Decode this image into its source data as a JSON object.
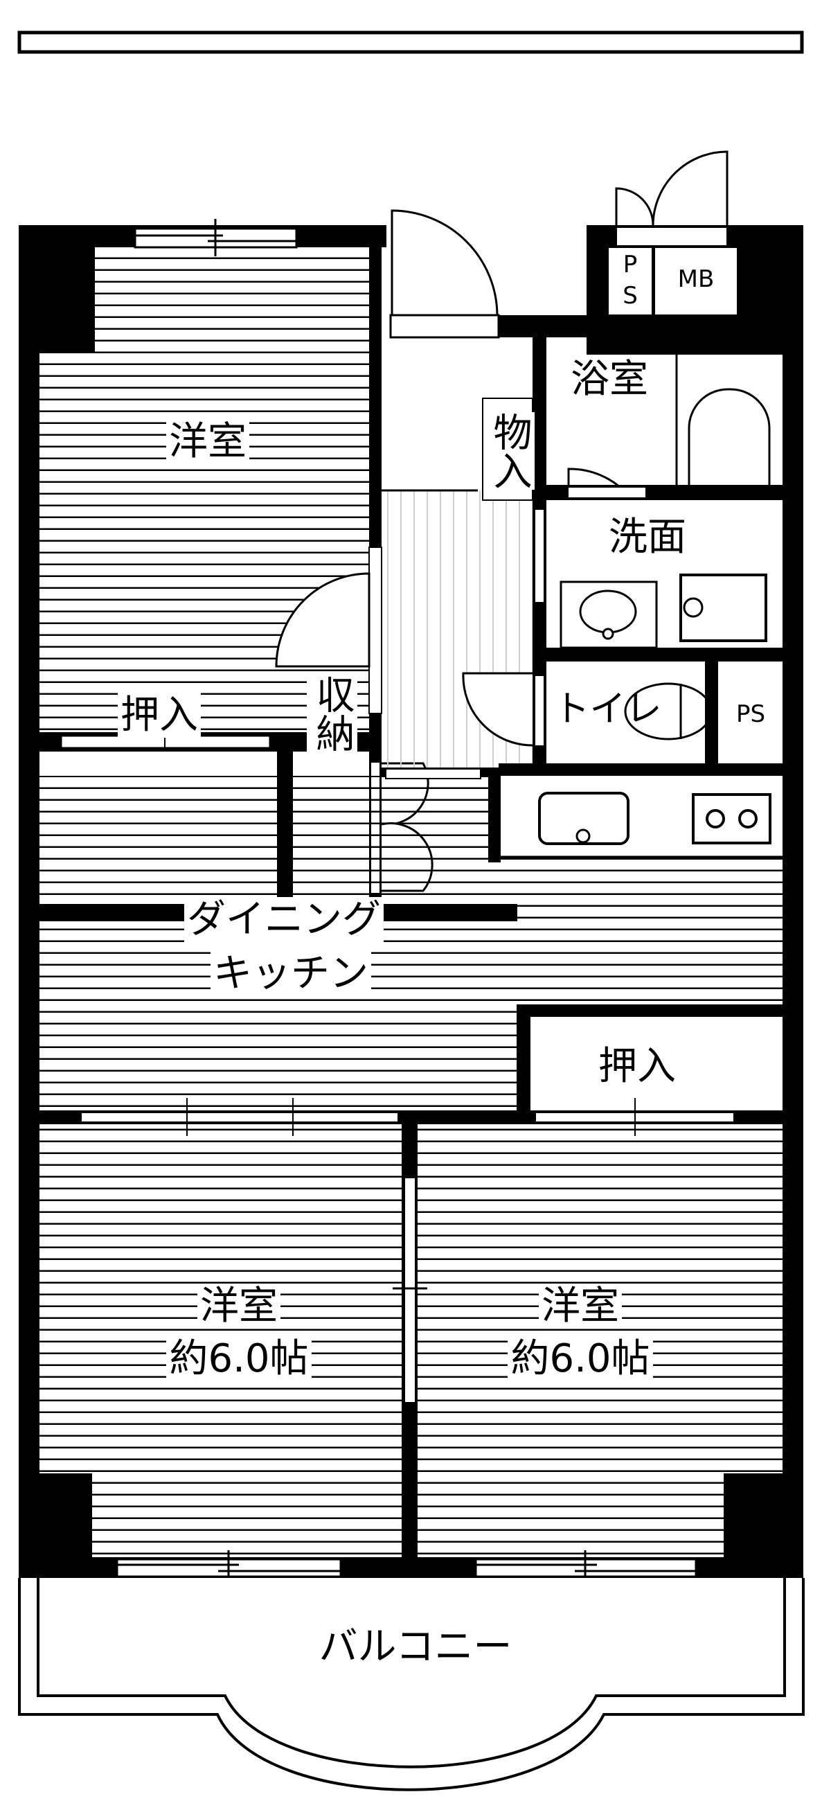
{
  "plan": {
    "type": "apartment floor plan (3DK)",
    "colors": {
      "wall": "#000000",
      "background": "#ffffff",
      "hall_floor": "#d4d4d4"
    }
  },
  "rooms": {
    "western_room_north": {
      "label": "洋室"
    },
    "oshiire_north": {
      "label": "押入"
    },
    "shuno": {
      "label": "収納"
    },
    "monoire": {
      "label": "物入"
    },
    "bathroom": {
      "label": "浴室"
    },
    "washroom": {
      "label": "洗面"
    },
    "toilet": {
      "label": "トイレ"
    },
    "ps_small": {
      "label": "PS"
    },
    "ps_top": {
      "label_line1": "P",
      "label_line2": "S"
    },
    "mb": {
      "label": "MB"
    },
    "dining_kitchen": {
      "label_line1": "ダイニング",
      "label_line2": "キッチン"
    },
    "oshiire_south": {
      "label": "押入"
    },
    "western_room_sw": {
      "label_line1": "洋室",
      "label_line2": "約6.0帖"
    },
    "western_room_se": {
      "label_line1": "洋室",
      "label_line2": "約6.0帖"
    },
    "balcony": {
      "label": "バルコニー"
    }
  }
}
